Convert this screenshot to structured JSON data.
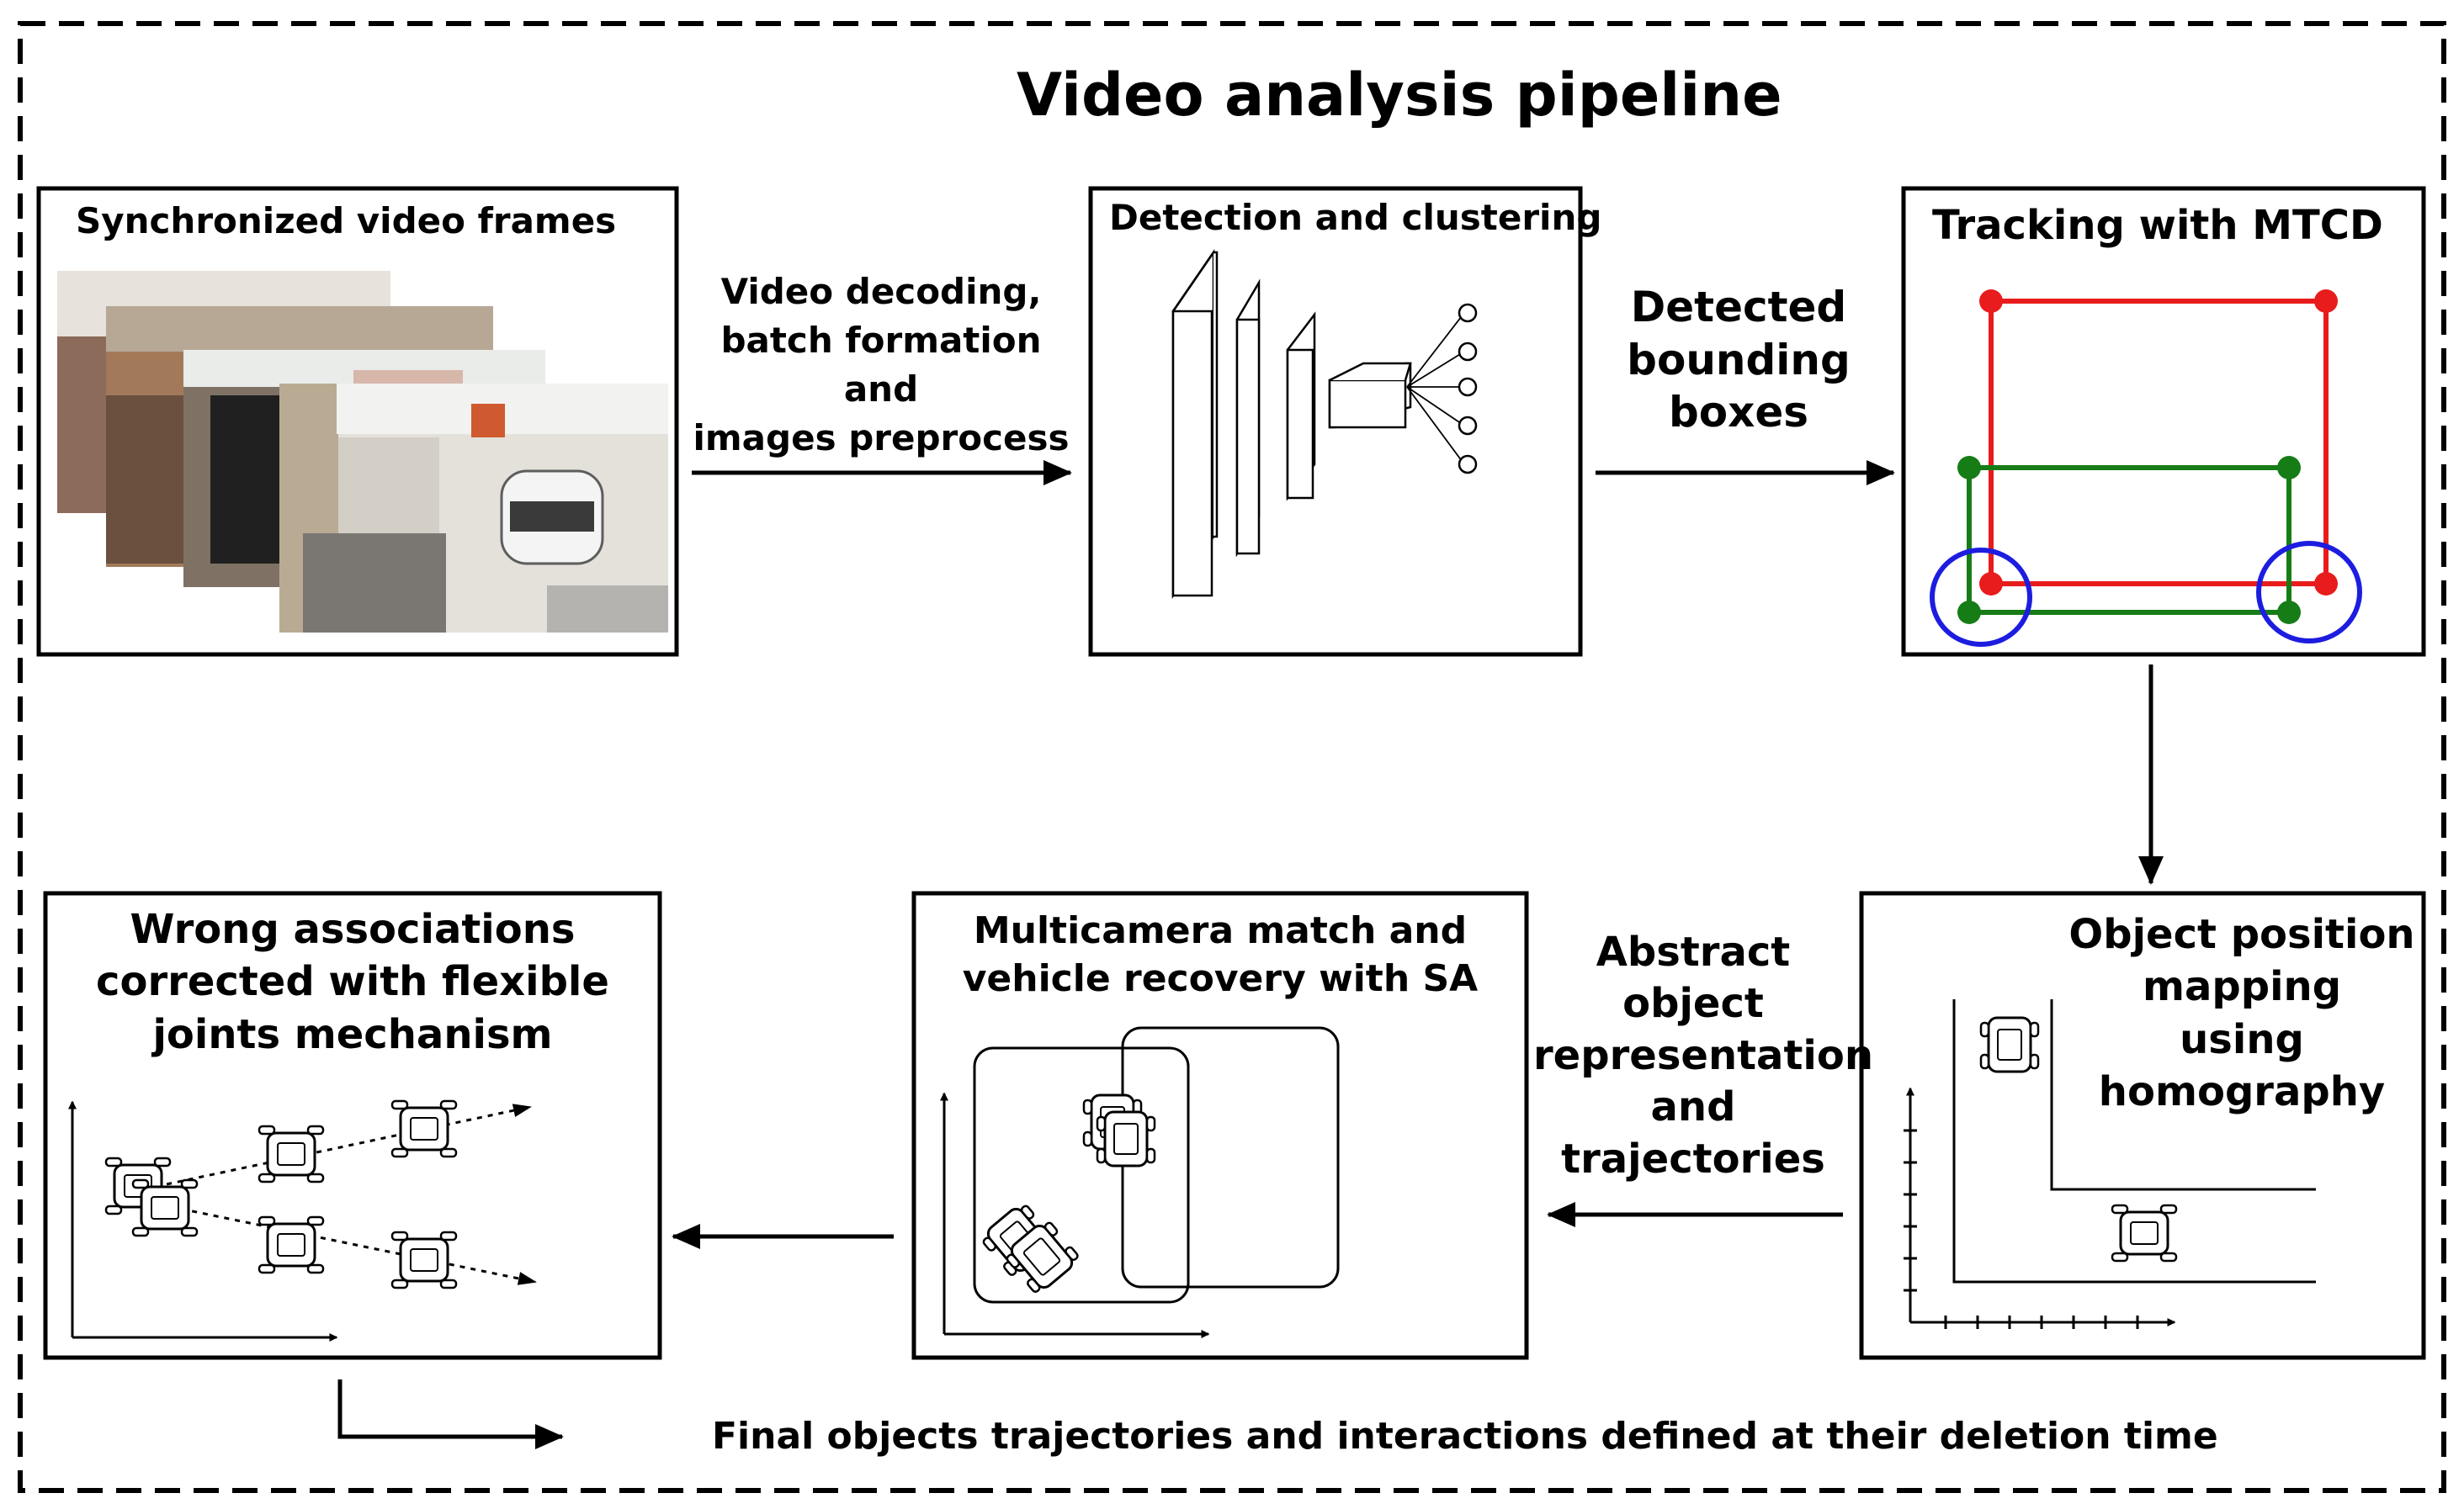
{
  "title": "Video analysis pipeline",
  "stages": {
    "frames": "Synchronized video frames",
    "detection": "Detection and clustering",
    "tracking": "Tracking with MTCD",
    "mapping": [
      "Object position",
      "mapping",
      "using",
      "homography"
    ],
    "multicamera": [
      "Multicamera match and",
      "vehicle recovery with SA"
    ],
    "correction": [
      "Wrong associations",
      "corrected with flexible",
      "joints mechanism"
    ]
  },
  "edges": {
    "decoding": [
      "Video decoding,",
      "batch formation and",
      "images preprocess"
    ],
    "detected": [
      "Detected",
      "bounding",
      "boxes"
    ],
    "abstract": [
      "Abstract",
      "object",
      "representation",
      "and",
      "trajectories"
    ]
  },
  "footer": "Final objects trajectories and interactions defined at their deletion time",
  "colors": {
    "box1": "#e81c1c",
    "box2": "#167d16",
    "circle": "#1d1de0"
  }
}
